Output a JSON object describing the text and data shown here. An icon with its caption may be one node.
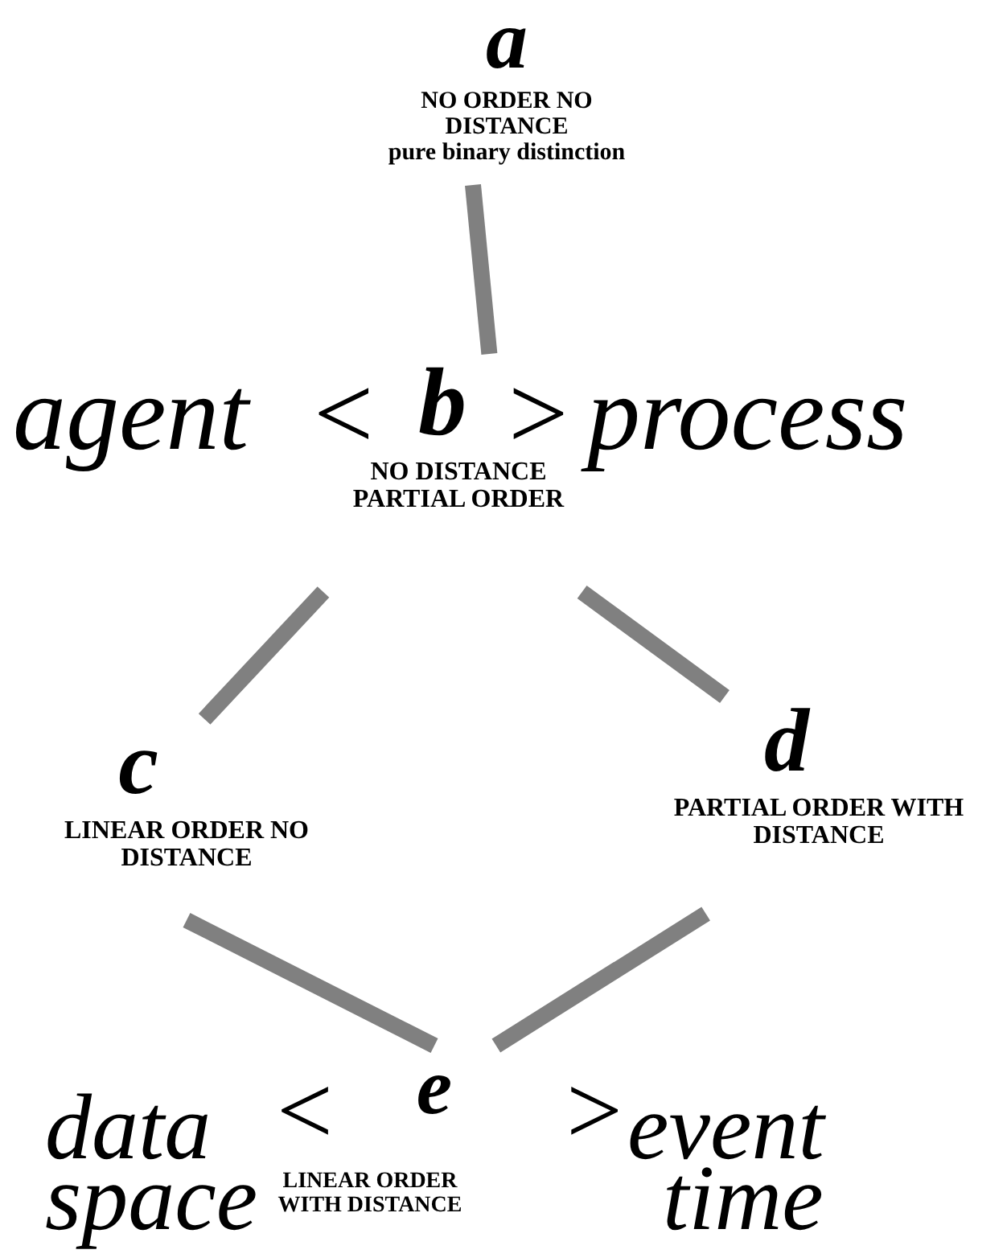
{
  "diagram": {
    "nodes": [
      {
        "text": [
          "a",
          "NO ORDER NO DISTANCE",
          "pure binary distinction"
        ]
      },
      {
        "text": [
          "b",
          "NO DISTANCE PARTIAL ORDER"
        ],
        "beside": [
          "agent",
          "<",
          ">",
          "process"
        ]
      },
      {
        "text": [
          "c",
          "LINEAR ORDER NO DISTANCE"
        ]
      },
      {
        "text": [
          "d",
          "PARTIAL ORDER WITH DISTANCE"
        ]
      },
      {
        "text": [
          "e",
          "LINEAR ORDER WITH DISTANCE"
        ],
        "beside": [
          "data",
          "space",
          "<",
          ">",
          "event",
          "time"
        ]
      }
    ],
    "edges": [
      {
        "from": 0,
        "to": 1,
        "arrow": "none"
      },
      {
        "from": 1,
        "to": 2,
        "arrow": "none"
      },
      {
        "from": 1,
        "to": 3,
        "arrow": "none"
      },
      {
        "from": 2,
        "to": 4,
        "arrow": "none"
      },
      {
        "from": 3,
        "to": 4,
        "arrow": "none"
      }
    ]
  }
}
